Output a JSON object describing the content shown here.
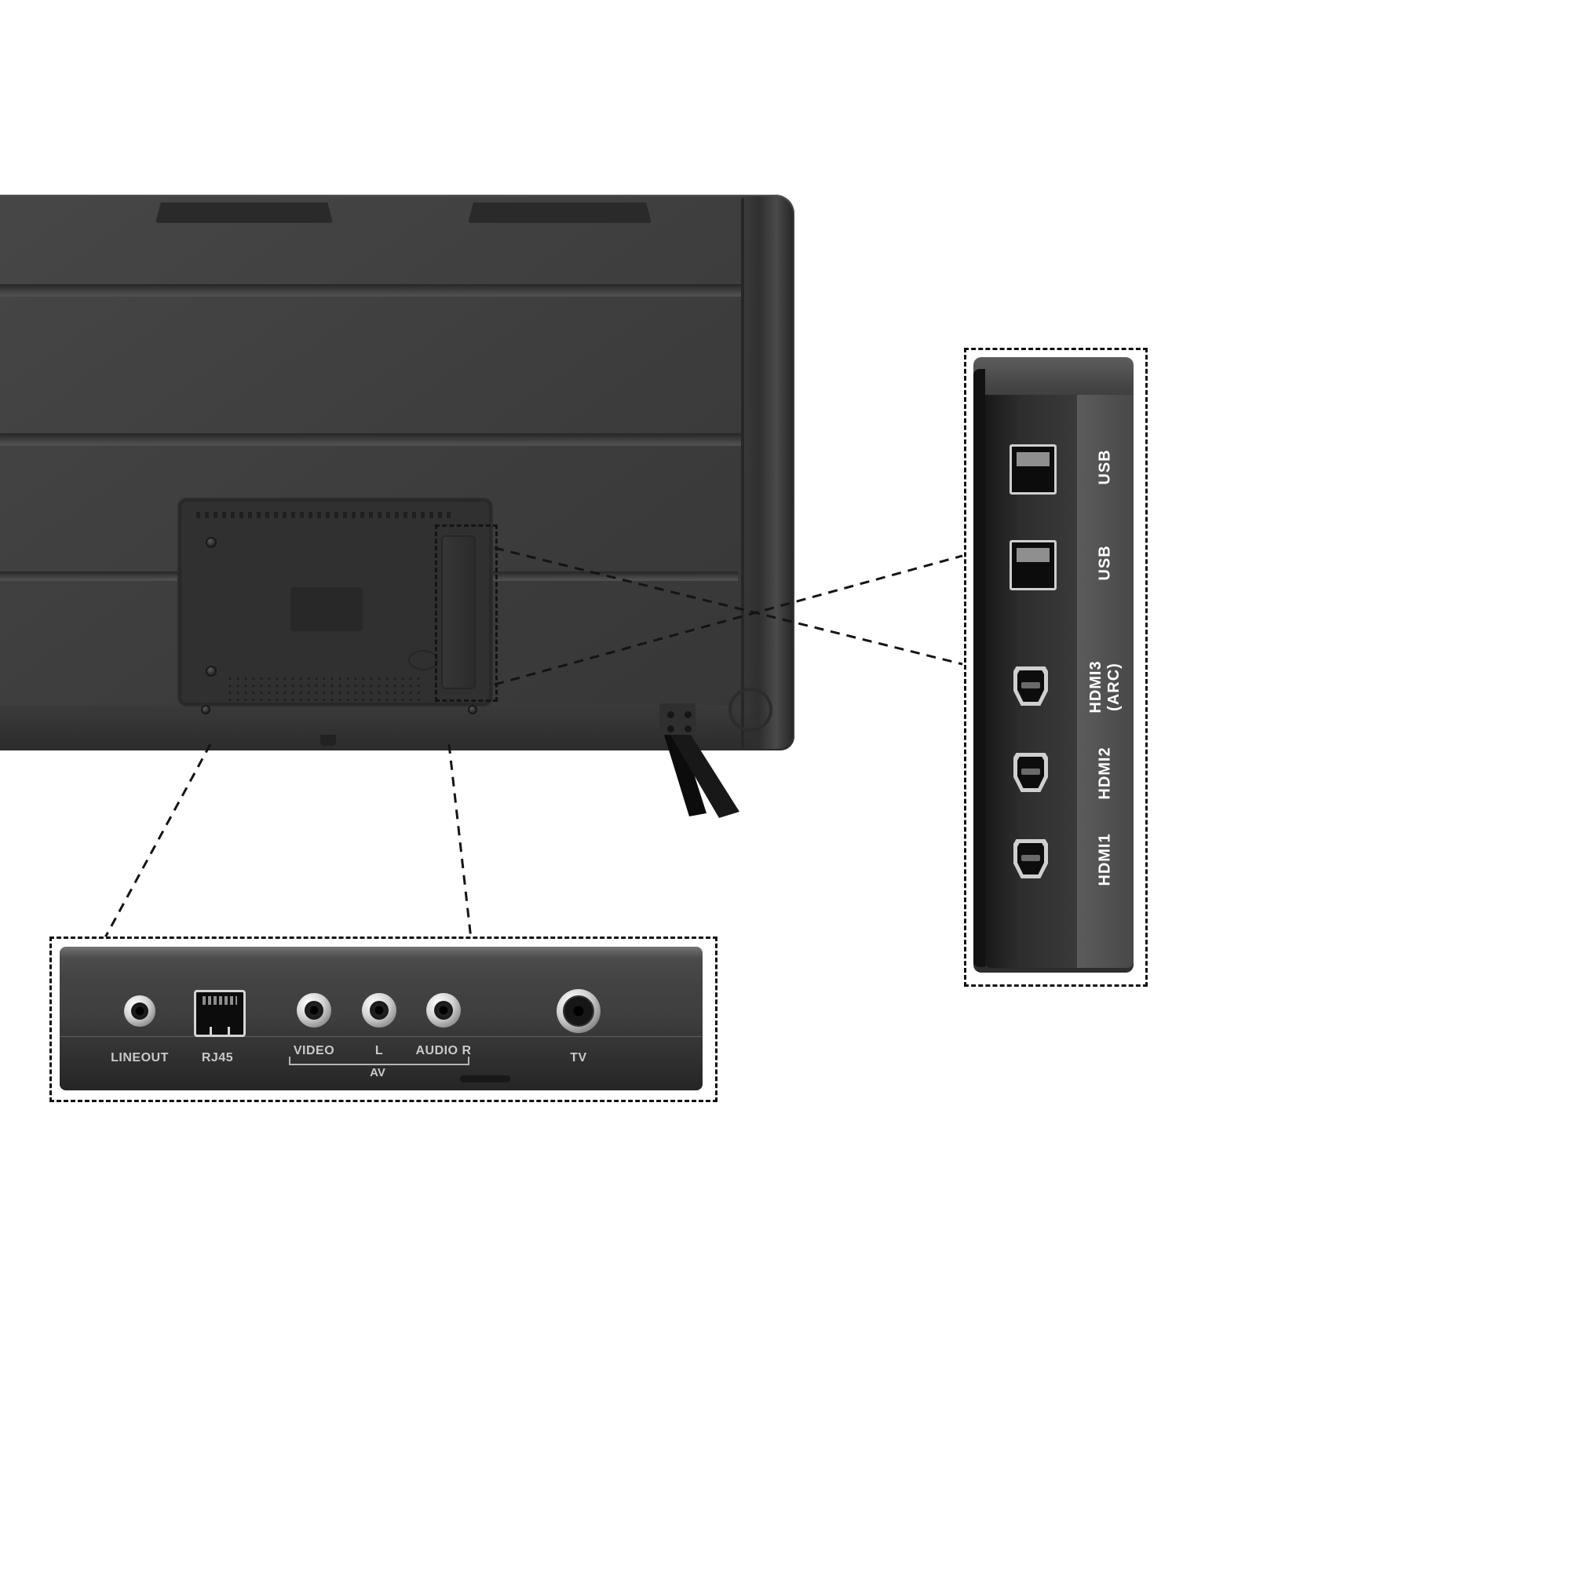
{
  "colors": {
    "tv_body": "#3d3d3d",
    "panel_dark": "#2f2f2f",
    "port_metal": "#d2d2d2",
    "label_light": "#c9c9c9",
    "label_white": "#ffffff",
    "dash": "#141414"
  },
  "side_panel": {
    "ports": [
      {
        "type": "usb",
        "label": "USB"
      },
      {
        "type": "usb",
        "label": "USB"
      },
      {
        "type": "hdmi",
        "label": "HDMI3",
        "sublabel": "(ARC)"
      },
      {
        "type": "hdmi",
        "label": "HDMI2"
      },
      {
        "type": "hdmi",
        "label": "HDMI1"
      }
    ]
  },
  "bottom_panel": {
    "ports": [
      {
        "type": "audio-jack",
        "label": "LINEOUT"
      },
      {
        "type": "ethernet",
        "label": "RJ45"
      },
      {
        "type": "rca",
        "label": "VIDEO"
      },
      {
        "type": "rca",
        "label": "L"
      },
      {
        "type": "rca",
        "label": "AUDIO R"
      },
      {
        "type": "antenna",
        "label": "TV"
      }
    ],
    "group_label": "AV"
  }
}
